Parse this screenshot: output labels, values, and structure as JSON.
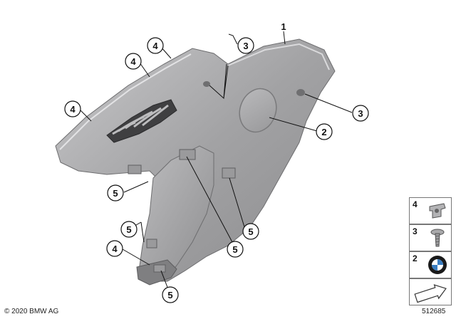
{
  "callouts": {
    "c1": "1",
    "c2a": "2",
    "c3a": "3",
    "c3b": "3",
    "c4a": "4",
    "c4b": "4",
    "c4c": "4",
    "c4d": "4",
    "c5a": "5",
    "c5b": "5",
    "c5c": "5",
    "c5d": "5",
    "c5e": "5"
  },
  "legend": {
    "items": [
      {
        "number": "4",
        "icon": "clip-nut-icon"
      },
      {
        "number": "3",
        "icon": "screw-icon"
      },
      {
        "number": "2",
        "icon": "bmw-emblem-icon"
      },
      {
        "number": "",
        "icon": "arrow-icon"
      }
    ]
  },
  "footer": {
    "copyright": "© 2020 BMW AG",
    "reference": "512685"
  },
  "colors": {
    "part_body": "#a4a4a6",
    "part_dark": "#8a8a8c",
    "part_light": "#cfcfd1",
    "line": "#111111"
  }
}
